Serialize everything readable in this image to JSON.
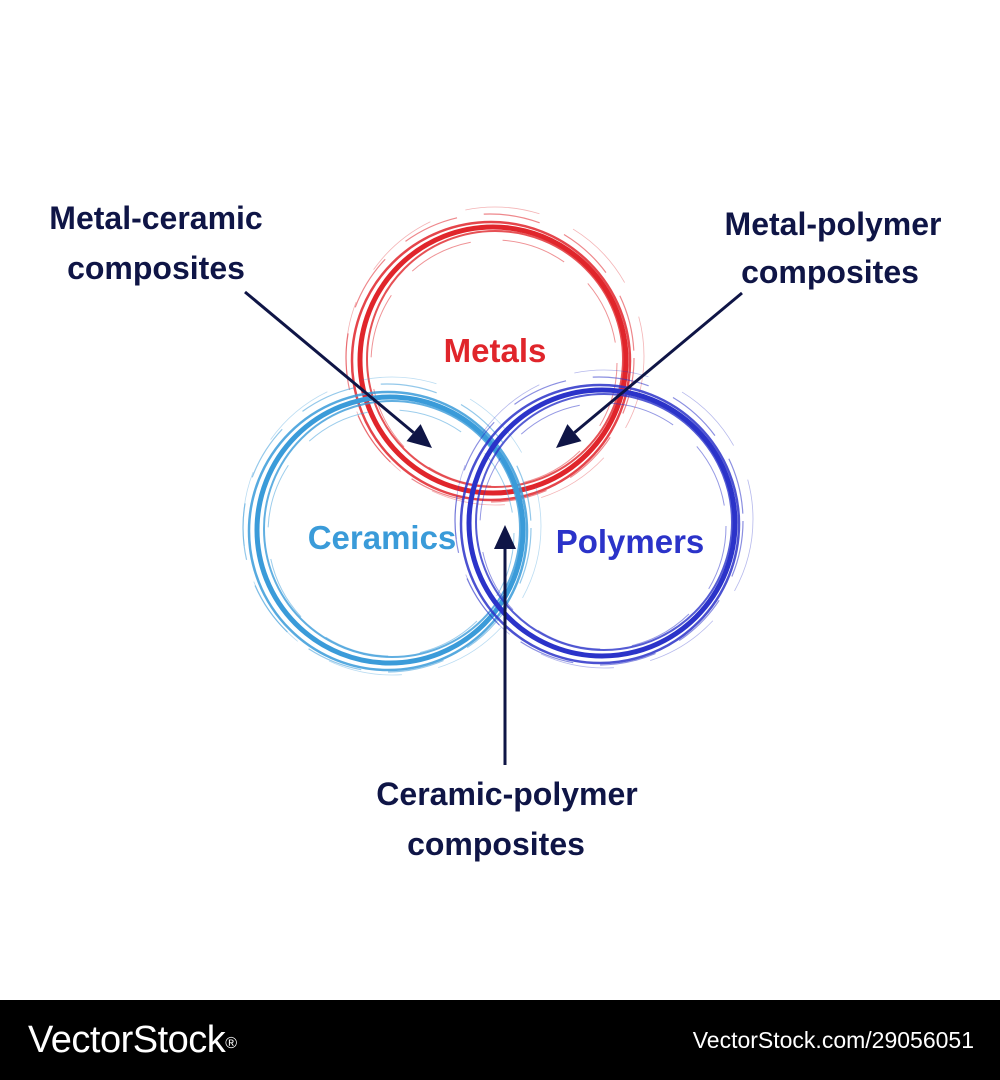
{
  "diagram": {
    "circles": [
      {
        "id": "metals",
        "label": "Metals",
        "color": "#e0252b"
      },
      {
        "id": "ceramics",
        "label": "Ceramics",
        "color": "#3a9bd9"
      },
      {
        "id": "polymers",
        "label": "Polymers",
        "color": "#2b33c9"
      }
    ],
    "annotations": [
      {
        "id": "metal-ceramic",
        "lines": [
          "Metal-ceramic",
          "composites"
        ]
      },
      {
        "id": "metal-polymer",
        "lines": [
          "Metal-polymer",
          "composites"
        ]
      },
      {
        "id": "ceramic-polymer",
        "lines": [
          "Ceramic-polymer",
          "composites"
        ]
      }
    ],
    "annotation_color": "#0f1546",
    "arrow_color": "#0f1546"
  },
  "footer": {
    "brand": "VectorStock",
    "brand_mark": "®",
    "image_id": "VectorStock.com/29056051"
  }
}
